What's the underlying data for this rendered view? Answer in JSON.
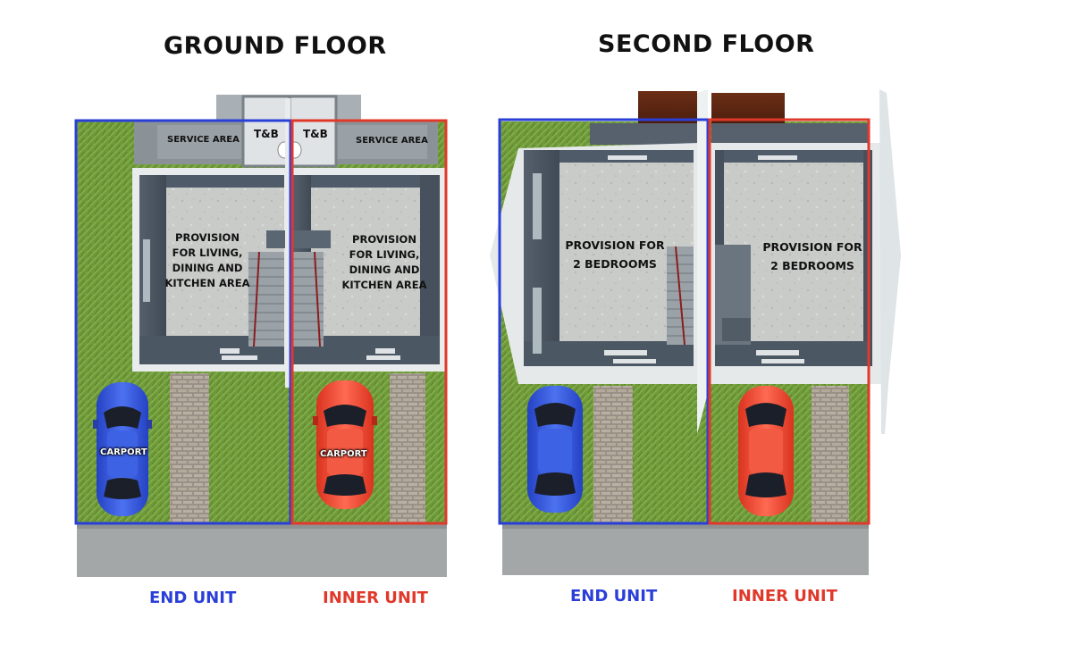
{
  "ground_floor": {
    "title": "GROUND FLOOR",
    "service_area_left": "SERVICE AREA",
    "service_area_right": "SERVICE AREA",
    "tb_left": "T&B",
    "tb_right": "T&B",
    "living_left": [
      "PROVISION",
      "FOR LIVING,",
      "DINING AND",
      "KITCHEN AREA"
    ],
    "living_right": [
      "PROVISION",
      "FOR LIVING,",
      "DINING AND",
      "KITCHEN AREA"
    ],
    "carport_left": "CARPORT",
    "carport_right": "CARPORT",
    "end_unit_label": "END UNIT",
    "inner_unit_label": "INNER UNIT"
  },
  "second_floor": {
    "title": "SECOND FLOOR",
    "bedrooms_left": [
      "PROVISION FOR",
      "2 BEDROOMS"
    ],
    "bedrooms_right": [
      "PROVISION FOR",
      "2 BEDROOMS"
    ],
    "end_unit_label": "END UNIT",
    "inner_unit_label": "INNER UNIT"
  },
  "colors": {
    "end_unit": "#2a3fd8",
    "inner_unit": "#e0392b",
    "grass": "#6f9a3a",
    "concrete_floor": "#c9cbc9",
    "wall": "#4f5b68",
    "pavement": "#a4a7a8",
    "car_blue": "#3b5fe0",
    "car_red": "#f04a3a"
  }
}
